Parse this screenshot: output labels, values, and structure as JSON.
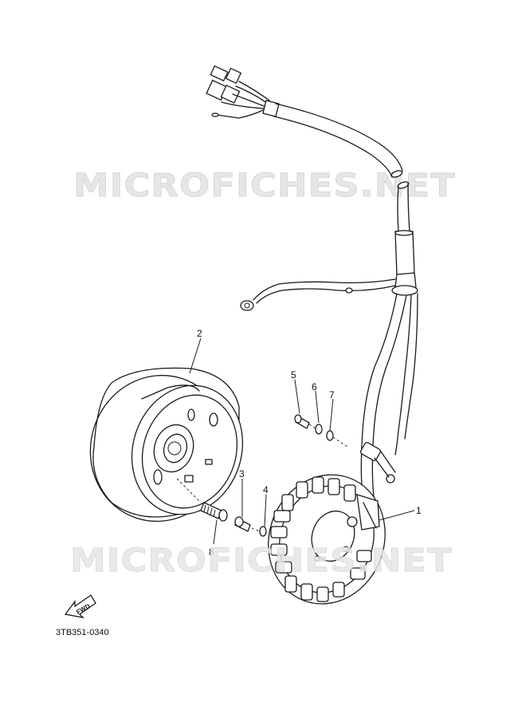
{
  "watermark": "MICROFICHES.NET",
  "diagram_code": "3TB351-0340",
  "direction_label": "FWD",
  "callouts": [
    "1",
    "2",
    "3",
    "4",
    "5",
    "6",
    "7",
    "8"
  ],
  "parts": {
    "stator": "stator-assembly",
    "rotor": "flywheel-rotor",
    "wire_harness": "wire-harness",
    "connector": "coupler-connector"
  }
}
